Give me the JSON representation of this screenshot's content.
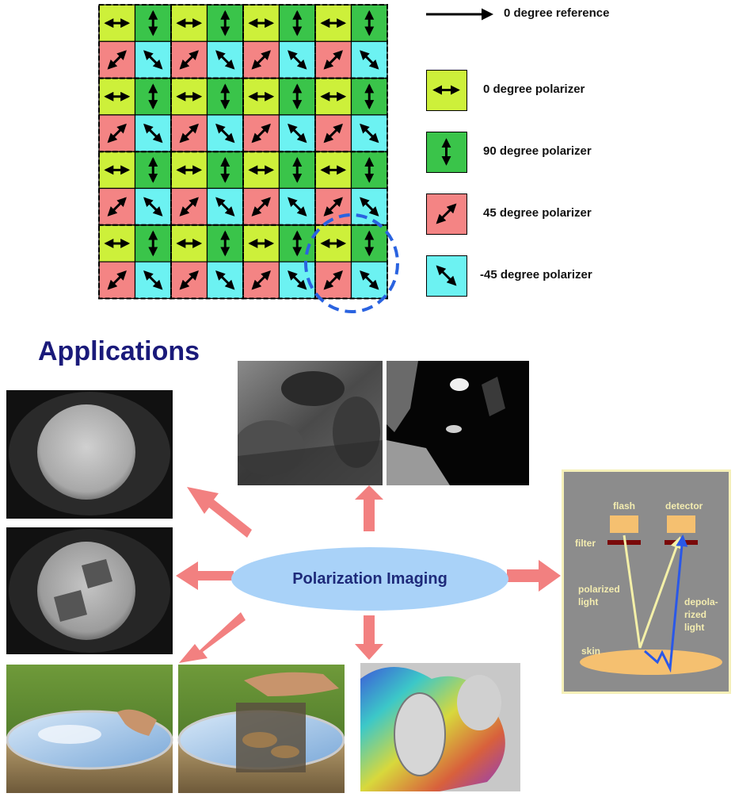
{
  "reference_label": "0 degree reference",
  "legend": [
    {
      "label": "0 degree polarizer",
      "icon": "horizontal-arrow-icon",
      "color": "#cdf03a"
    },
    {
      "label": "90 degree polarizer",
      "icon": "vertical-arrow-icon",
      "color": "#3ac44a"
    },
    {
      "label": "45 degree polarizer",
      "icon": "diagonal-up-arrow-icon",
      "color": "#f48484"
    },
    {
      "label": "-45 degree polarizer",
      "icon": "diagonal-down-arrow-icon",
      "color": "#6cf2f2"
    }
  ],
  "applications_title": "Applications",
  "center_label": "Polarization Imaging",
  "skin_diagram": {
    "flash": "flash",
    "detector": "detector",
    "filter": "filter",
    "polarized": "polarized",
    "light": "light",
    "skin": "skin",
    "depola": "depola-",
    "rized": "rized",
    "light2": "light"
  },
  "colors": {
    "arrow": "#f28080",
    "ellipse": "#a9d2f8",
    "panel_bg": "#8c8c8c",
    "panel_border": "#f5f0b8",
    "circle_dash": "#2a63e0"
  }
}
